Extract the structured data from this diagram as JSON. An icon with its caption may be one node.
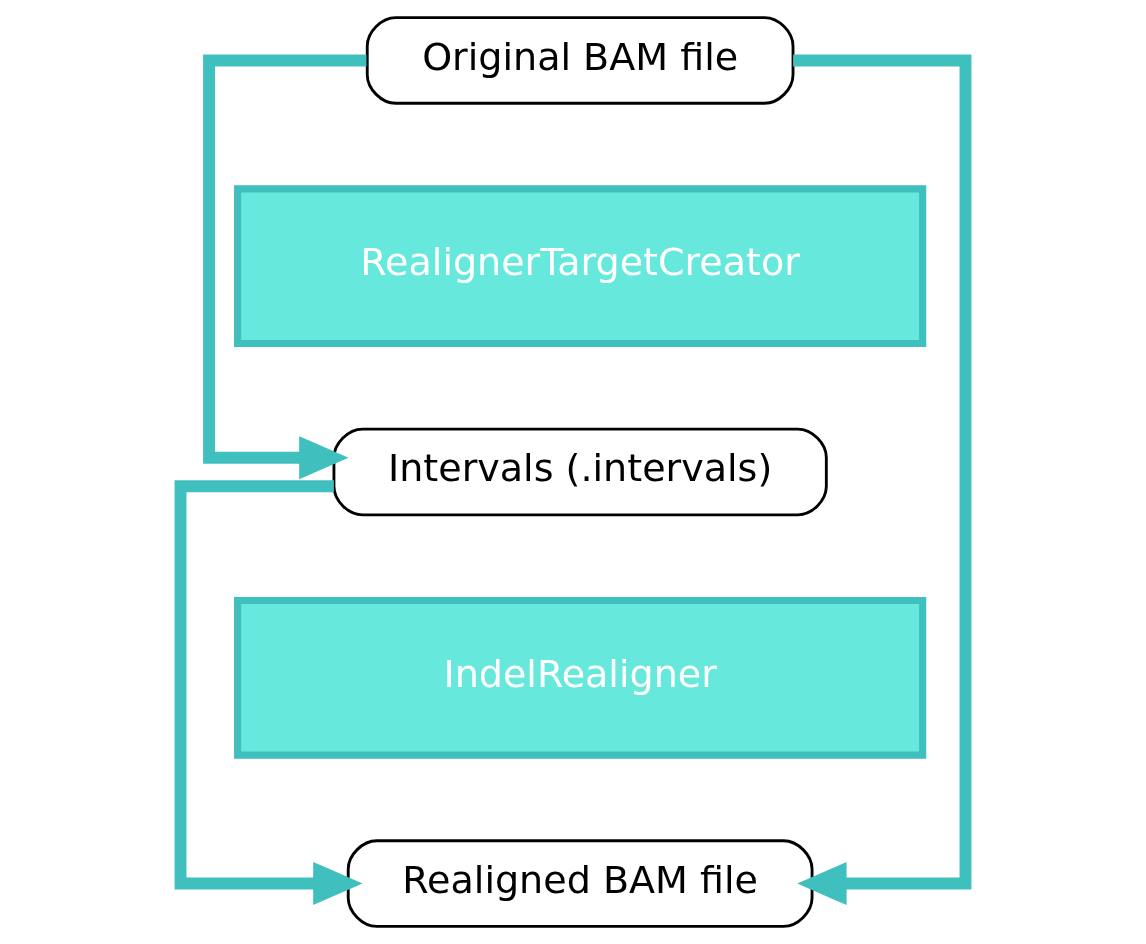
{
  "diagram": {
    "nodes": [
      {
        "text": [
          "Original BAM file"
        ]
      },
      {
        "text": [
          "RealignerTargetCreator"
        ]
      },
      {
        "text": [
          "Intervals (.intervals)"
        ]
      },
      {
        "text": [
          "IndelRealigner"
        ]
      },
      {
        "text": [
          "Realigned BAM file"
        ]
      }
    ],
    "edges": [
      {
        "from": 0,
        "to": 2,
        "arrow": "to"
      },
      {
        "from": 0,
        "to": 4,
        "arrow": "to"
      },
      {
        "from": 2,
        "to": 4,
        "arrow": "to"
      }
    ]
  }
}
